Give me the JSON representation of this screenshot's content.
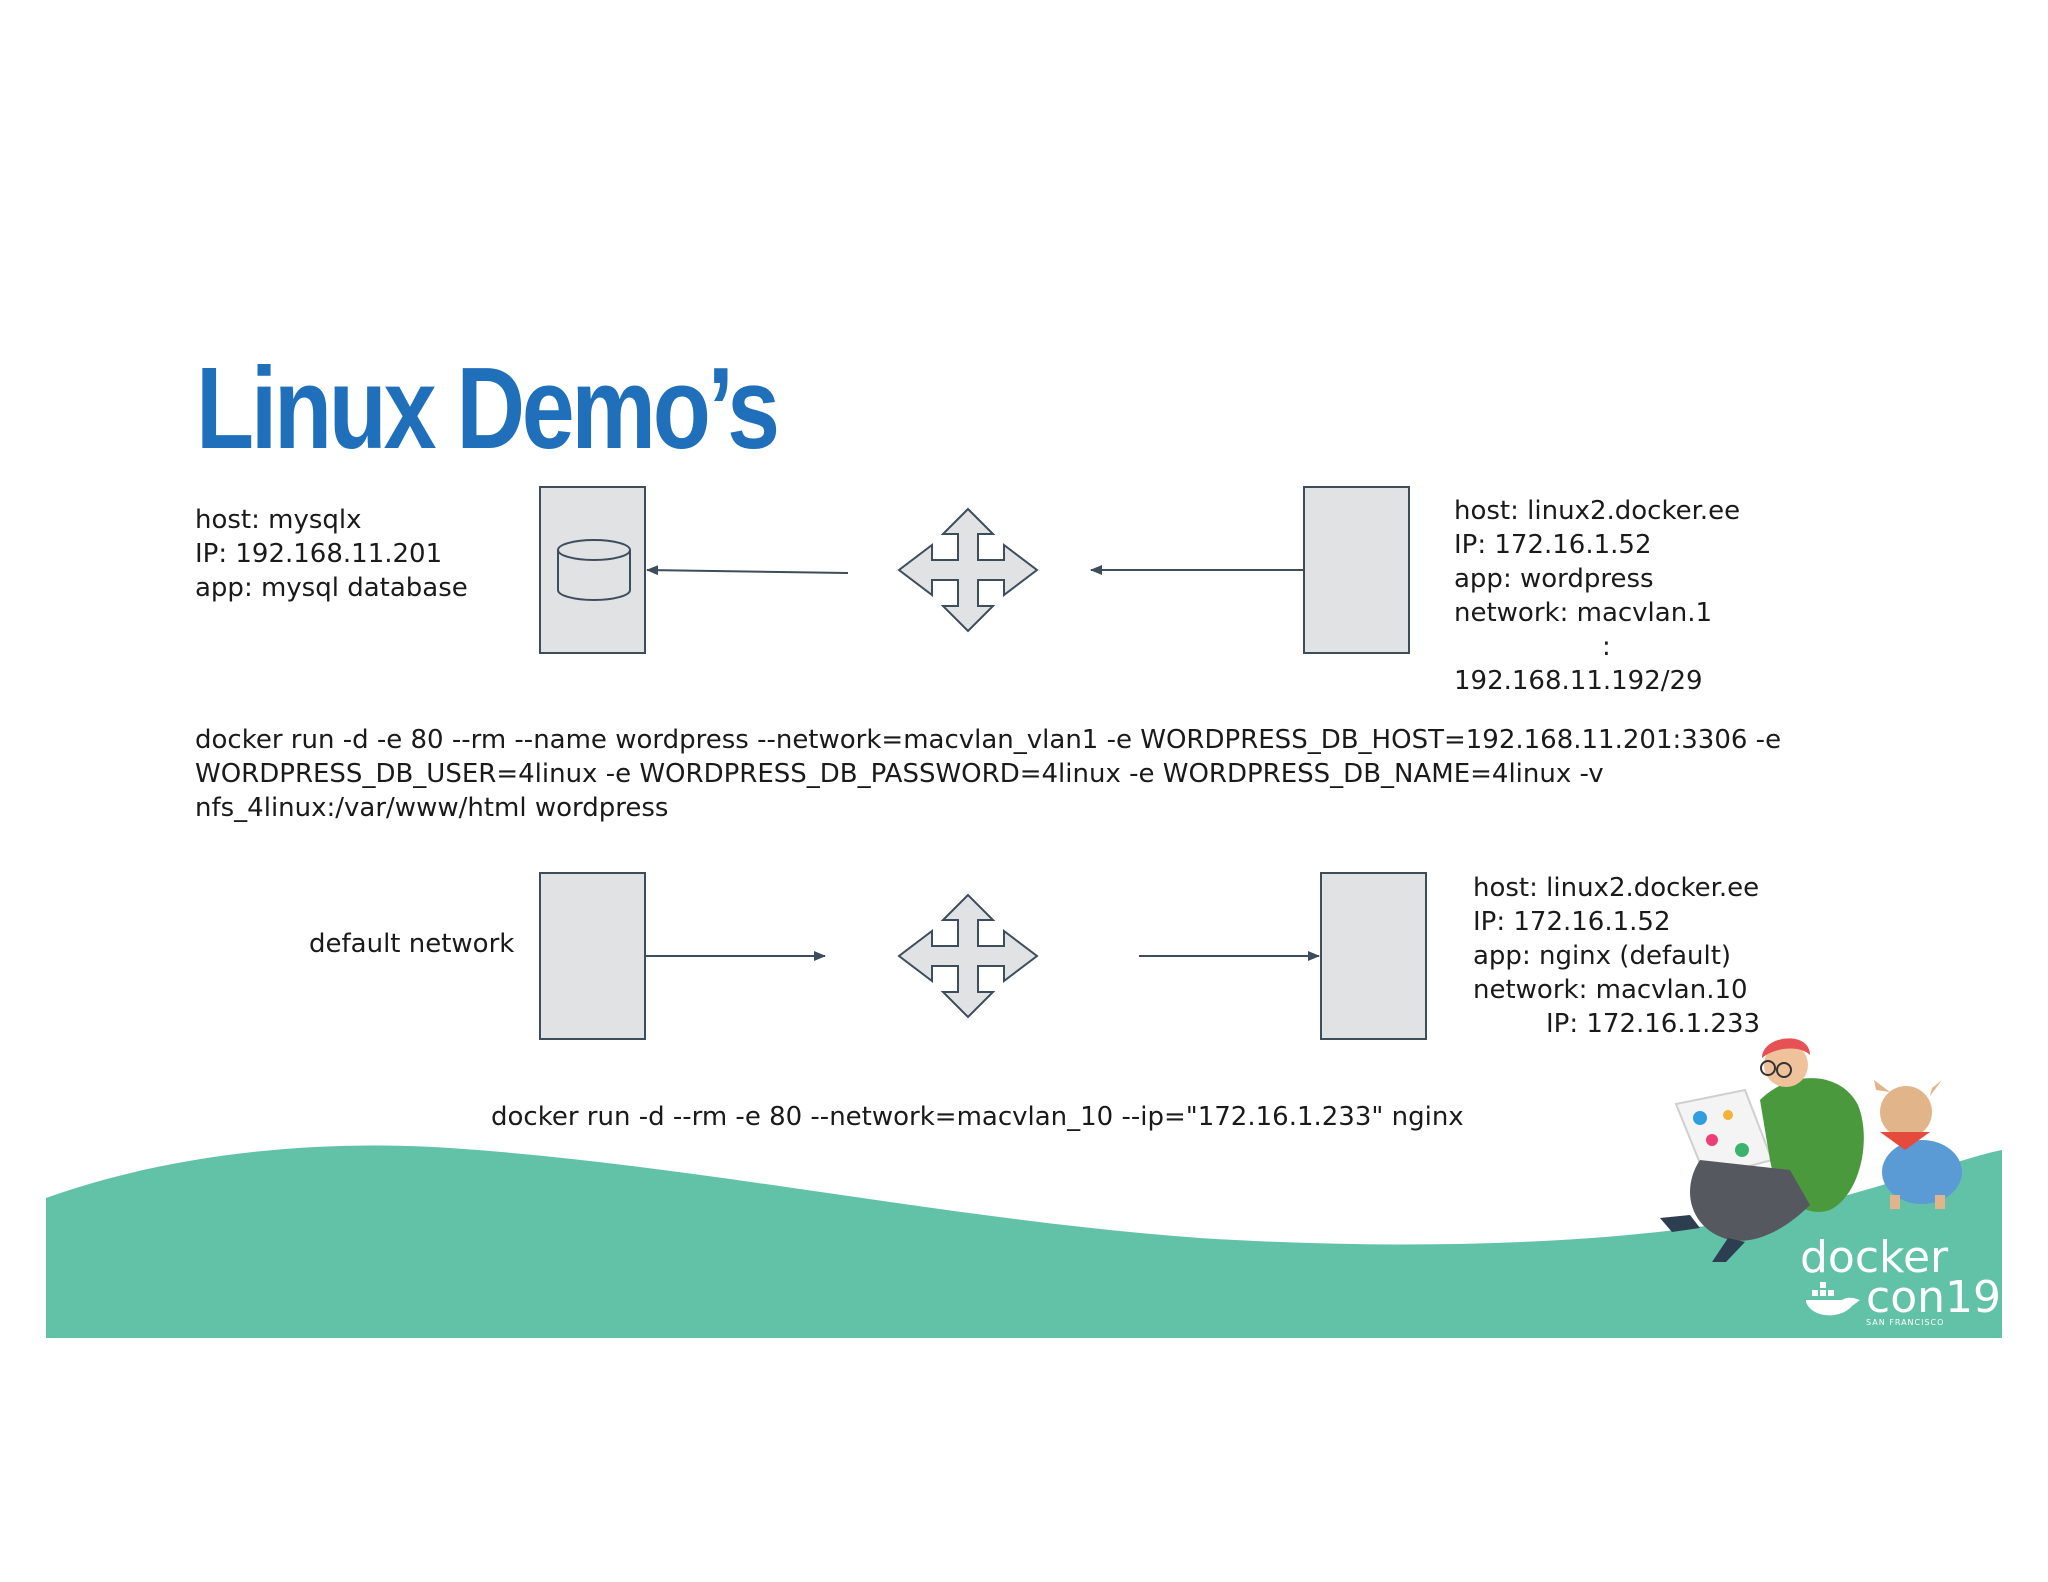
{
  "slide": {
    "title": "Linux Demo’s",
    "colors": {
      "title": "#1f6fba",
      "wave": "#62c2a8",
      "box_fill": "#e0e2e4",
      "box_stroke": "#3d4d5c"
    },
    "top_left": [
      "host: mysqlx",
      "IP: 192.168.11.201",
      "app: mysql database"
    ],
    "top_right": [
      "host: linux2.docker.ee",
      "IP: 172.16.1.52",
      "app: wordpress",
      "network: macvlan.1",
      ":",
      "192.168.11.192/29"
    ],
    "command1": [
      "docker run -d -e 80 --rm --name wordpress --network=macvlan_vlan1 -e WORDPRESS_DB_HOST=192.168.11.201:3306 -e",
      "WORDPRESS_DB_USER=4linux -e WORDPRESS_DB_PASSWORD=4linux -e WORDPRESS_DB_NAME=4linux -v",
      "nfs_4linux:/var/www/html wordpress"
    ],
    "bottom_left": "default network",
    "bottom_right": [
      "host: linux2.docker.ee",
      "IP: 172.16.1.52",
      "app: nginx (default)",
      "network: macvlan.10",
      "IP: 172.16.1.233"
    ],
    "command2": "docker run -d --rm -e 80 --network=macvlan_10 --ip=\"172.16.1.233\" nginx",
    "brand": {
      "line1": "docker",
      "line2": "con19",
      "line3": "SAN FRANCISCO"
    }
  }
}
